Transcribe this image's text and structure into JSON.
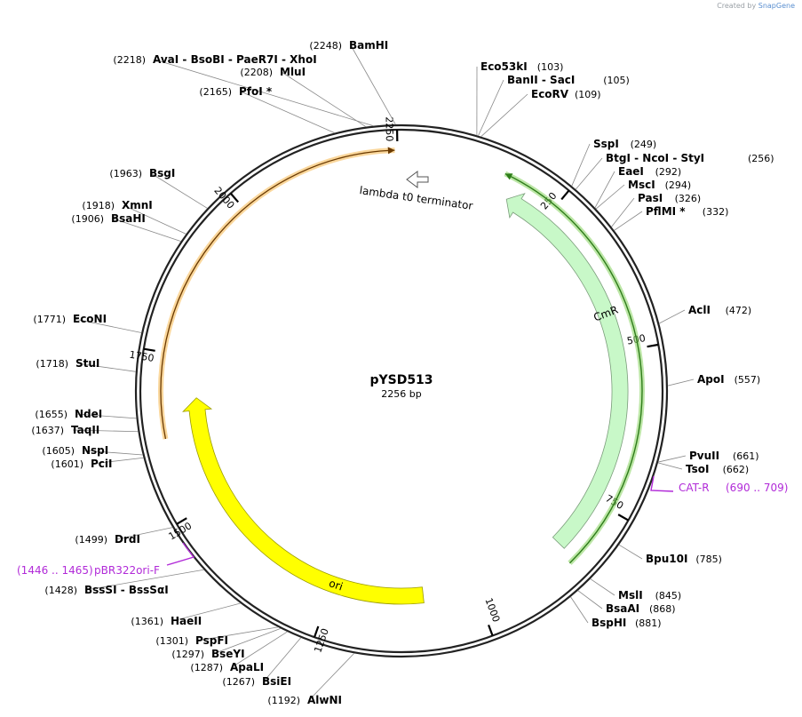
{
  "header": {
    "credit_prefix": "Created by",
    "credit_brand": "SnapGene"
  },
  "plasmid": {
    "name": "pYSD513",
    "length_label": "2256 bp",
    "length": 2256
  },
  "colors": {
    "backbone": "#222222",
    "primer": "#b12ad8",
    "CmR": "#c8f8c8",
    "ori": "#ffff00",
    "orange_feature": "#f5a623",
    "green_feature": "#2e7d1a",
    "terminator": "#ffffff"
  },
  "ticks": [
    {
      "pos": 250,
      "label": "250"
    },
    {
      "pos": 500,
      "label": "500"
    },
    {
      "pos": 750,
      "label": "750"
    },
    {
      "pos": 1000,
      "label": "1000"
    },
    {
      "pos": 1250,
      "label": "1250"
    },
    {
      "pos": 1500,
      "label": "1500"
    },
    {
      "pos": 1750,
      "label": "1750"
    },
    {
      "pos": 2000,
      "label": "2000"
    },
    {
      "pos": 2250,
      "label": "2250"
    }
  ],
  "sites": [
    {
      "text": "BamHI",
      "num": "(2248)",
      "pos": 2248
    },
    {
      "text": "AvaI  - BsoBI  - PaeR7I  - XhoI",
      "num": "(2218)",
      "pos": 2218
    },
    {
      "text": "MluI",
      "num": "(2208)",
      "pos": 2208
    },
    {
      "text": "PfoI *",
      "num": "(2165)",
      "pos": 2165
    },
    {
      "text": "BsgI",
      "num": "(1963)",
      "pos": 1963
    },
    {
      "text": "XmnI",
      "num": "(1918)",
      "pos": 1918
    },
    {
      "text": "BsaHI",
      "num": "(1906)",
      "pos": 1906
    },
    {
      "text": "EcoNI",
      "num": "(1771)",
      "pos": 1771
    },
    {
      "text": "StuI",
      "num": "(1718)",
      "pos": 1718
    },
    {
      "text": "NdeI",
      "num": "(1655)",
      "pos": 1655
    },
    {
      "text": "TaqII",
      "num": "(1637)",
      "pos": 1637
    },
    {
      "text": "NspI",
      "num": "(1605)",
      "pos": 1605
    },
    {
      "text": "PciI",
      "num": "(1601)",
      "pos": 1601
    },
    {
      "text": "DrdI",
      "num": "(1499)",
      "pos": 1499
    },
    {
      "text": "BssSI  - BssSαI",
      "num": "(1428)",
      "pos": 1428
    },
    {
      "text": "HaeII",
      "num": "(1361)",
      "pos": 1361
    },
    {
      "text": "PspFI",
      "num": "(1301)",
      "pos": 1301
    },
    {
      "text": "BseYI",
      "num": "(1297)",
      "pos": 1297
    },
    {
      "text": "ApaLI",
      "num": "(1287)",
      "pos": 1287
    },
    {
      "text": "BsiEI",
      "num": "(1267)",
      "pos": 1267
    },
    {
      "text": "AlwNI",
      "num": "(1192)",
      "pos": 1192
    },
    {
      "text": "Eco53kI",
      "num": "(103)",
      "pos": 103
    },
    {
      "text": "BanII  - SacI",
      "num": "(105)",
      "pos": 105
    },
    {
      "text": "EcoRV",
      "num": "(109)",
      "pos": 109
    },
    {
      "text": "SspI",
      "num": "(249)",
      "pos": 249
    },
    {
      "text": "BtgI  - NcoI  - StyI",
      "num": "(256)",
      "pos": 256
    },
    {
      "text": "EaeI",
      "num": "(292)",
      "pos": 292
    },
    {
      "text": "MscI",
      "num": "(294)",
      "pos": 294
    },
    {
      "text": "PasI",
      "num": "(326)",
      "pos": 326
    },
    {
      "text": "PflMI *",
      "num": "(332)",
      "pos": 332
    },
    {
      "text": "AclI",
      "num": "(472)",
      "pos": 472
    },
    {
      "text": "ApoI",
      "num": "(557)",
      "pos": 557
    },
    {
      "text": "PvuII",
      "num": "(661)",
      "pos": 661
    },
    {
      "text": "TsoI",
      "num": "(662)",
      "pos": 662
    },
    {
      "text": "Bpu10I",
      "num": "(785)",
      "pos": 785
    },
    {
      "text": "MslI",
      "num": "(845)",
      "pos": 845
    },
    {
      "text": "BsaAI",
      "num": "(868)",
      "pos": 868
    },
    {
      "text": "BspHI",
      "num": "(881)",
      "pos": 881
    }
  ],
  "features": {
    "cmr": {
      "label": "CmR",
      "start": 180,
      "end": 840
    },
    "ori": {
      "label": "ori",
      "start": 1090,
      "end": 1680
    },
    "terminator": {
      "label": "lambda t0 terminator",
      "start": 2230,
      "end": 2256
    },
    "orange_arc": {
      "start": 1620,
      "end": 2246
    },
    "green_arc": {
      "start": 160,
      "end": 850
    }
  },
  "primers": [
    {
      "name": "CAT-R",
      "range": "(690 .. 709)",
      "pos": 700
    },
    {
      "name": "pBR322ori-F",
      "range": "(1446 .. 1465)",
      "pos": 1456
    }
  ]
}
